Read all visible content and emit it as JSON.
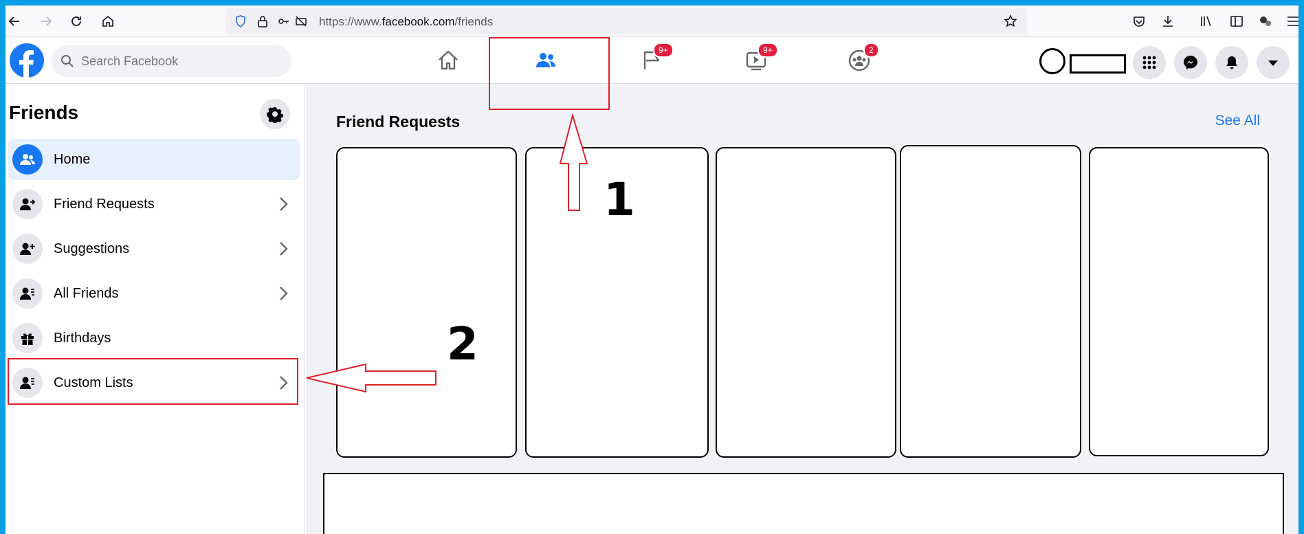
{
  "browser": {
    "url_prefix": "https://www.",
    "url_domain": "facebook.com",
    "url_path": "/friends"
  },
  "header": {
    "search_placeholder": "Search Facebook",
    "badges": {
      "pages": "9+",
      "watch": "9+",
      "groups": "2"
    }
  },
  "sidebar": {
    "title": "Friends",
    "items": [
      {
        "label": "Home",
        "icon": "friends-icon",
        "active": true
      },
      {
        "label": "Friend Requests",
        "icon": "friend-request-icon"
      },
      {
        "label": "Suggestions",
        "icon": "add-friend-icon"
      },
      {
        "label": "All Friends",
        "icon": "friends-list-icon"
      },
      {
        "label": "Birthdays",
        "icon": "gift-icon"
      },
      {
        "label": "Custom Lists",
        "icon": "friends-list-icon"
      }
    ]
  },
  "main": {
    "section_title": "Friend Requests",
    "see_all": "See All"
  },
  "annotations": {
    "one": "1",
    "two": "2"
  },
  "colors": {
    "brand": "#1877f2",
    "badge": "#e41e3f",
    "annotation": "#e0202a",
    "frame": "#0aa0e6"
  }
}
